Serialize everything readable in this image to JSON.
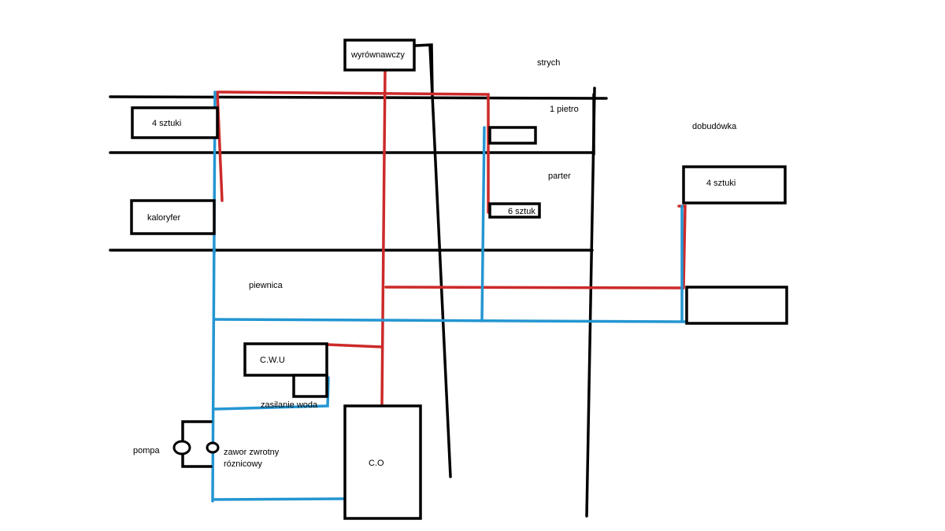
{
  "labels": {
    "wyrownawczy": "wyrównawczy",
    "strych": "strych",
    "pietro1": "1 pietro",
    "dobudowka": "dobudówka",
    "parter": "parter",
    "sztuki4_left": "4 sztuki",
    "sztuki4_right": "4 sztuki",
    "kaloryfer": "kaloryfer",
    "sztuk6": "6 sztuk",
    "piewnica": "piewnica",
    "cwu": "C.W.U",
    "zasilanie": "zasilanie woda",
    "pompa": "pompa",
    "zawor_line1": "zawor zwrotny",
    "zawor_line2": "róznicowy",
    "co": "C.O"
  },
  "colors": {
    "supply_pipe": "#cc2a2a",
    "return_pipe": "#2496d2",
    "structure": "#000000",
    "background": "#ffffff"
  }
}
